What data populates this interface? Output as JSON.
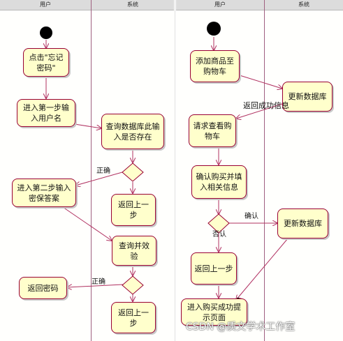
{
  "left_diagram": {
    "lanes": [
      "用户",
      "系统"
    ],
    "nodes": {
      "click_forgot": "点击\"忘记密码\"",
      "step1": "进入第一步输入用户名",
      "query_db": "查询数据库此输入是否存在",
      "back1": "返回上一步",
      "step2": "进入第二步输入密保答案",
      "query_verify": "查询并效验",
      "return_pw": "返回密码",
      "back2": "返回上一步"
    },
    "guards": {
      "correct1": "正确",
      "correct2": "正确"
    }
  },
  "right_diagram": {
    "lanes": [
      "用户",
      "系统"
    ],
    "nodes": {
      "add_cart": "添加商品至购物车",
      "update_db1": "更新数据库",
      "view_cart": "请求查看购物车",
      "confirm": "确认购买并填入相关信息",
      "update_db2": "更新数据库",
      "back": "返回上一步",
      "success": "进入购买成功提示页面"
    },
    "edge_labels": {
      "return_success": "返回成功信息",
      "confirm": "确认",
      "no": "否认"
    }
  },
  "watermark": "CSDN @质文学术工作室",
  "colors": {
    "node_fill": "#ffffcc",
    "node_border": "#990033",
    "lane_line": "#a06080",
    "edge": "#b03060",
    "header": "#dcdcdc"
  }
}
